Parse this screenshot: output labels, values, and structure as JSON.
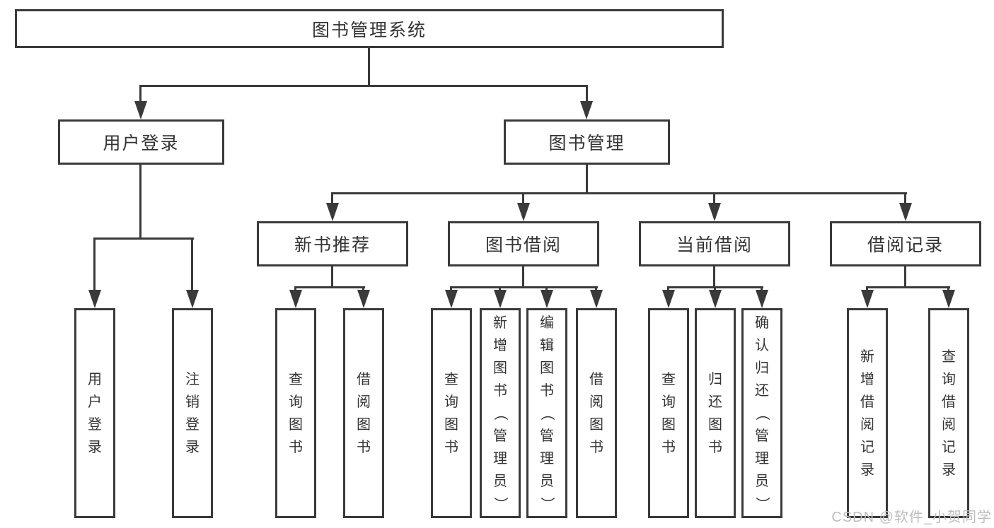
{
  "colors": {
    "box_border": "#3a3a3a",
    "connector_line": "#3a3a3a",
    "node_text": "#333333",
    "watermark_text": "#bdbdbd",
    "background": "#ffffff"
  },
  "diagram": {
    "root": {
      "label": "图书管理系统"
    },
    "level1": [
      {
        "label": "用户登录"
      },
      {
        "label": "图书管理"
      }
    ],
    "level2": [
      {
        "label": "新书推荐"
      },
      {
        "label": "图书借阅"
      },
      {
        "label": "当前借阅"
      },
      {
        "label": "借阅记录"
      }
    ],
    "leaves": [
      {
        "group": "用户登录",
        "items": [
          {
            "label": "用户登录"
          },
          {
            "label": "注销登录"
          }
        ]
      },
      {
        "group": "新书推荐",
        "items": [
          {
            "label": "查询图书"
          },
          {
            "label": "借阅图书"
          }
        ]
      },
      {
        "group": "图书借阅",
        "items": [
          {
            "label": "查询图书"
          },
          {
            "label": "新增图书（管理员）"
          },
          {
            "label": "编辑图书（管理员）"
          },
          {
            "label": "借阅图书"
          }
        ]
      },
      {
        "group": "当前借阅",
        "items": [
          {
            "label": "查询图书"
          },
          {
            "label": "归还图书"
          },
          {
            "label": "确认归还（管理员）"
          }
        ]
      },
      {
        "group": "借阅记录",
        "items": [
          {
            "label": "新增借阅记录"
          },
          {
            "label": "查询借阅记录"
          }
        ]
      }
    ]
  },
  "watermark": {
    "text": "CSDN @软件_小贺同学"
  }
}
